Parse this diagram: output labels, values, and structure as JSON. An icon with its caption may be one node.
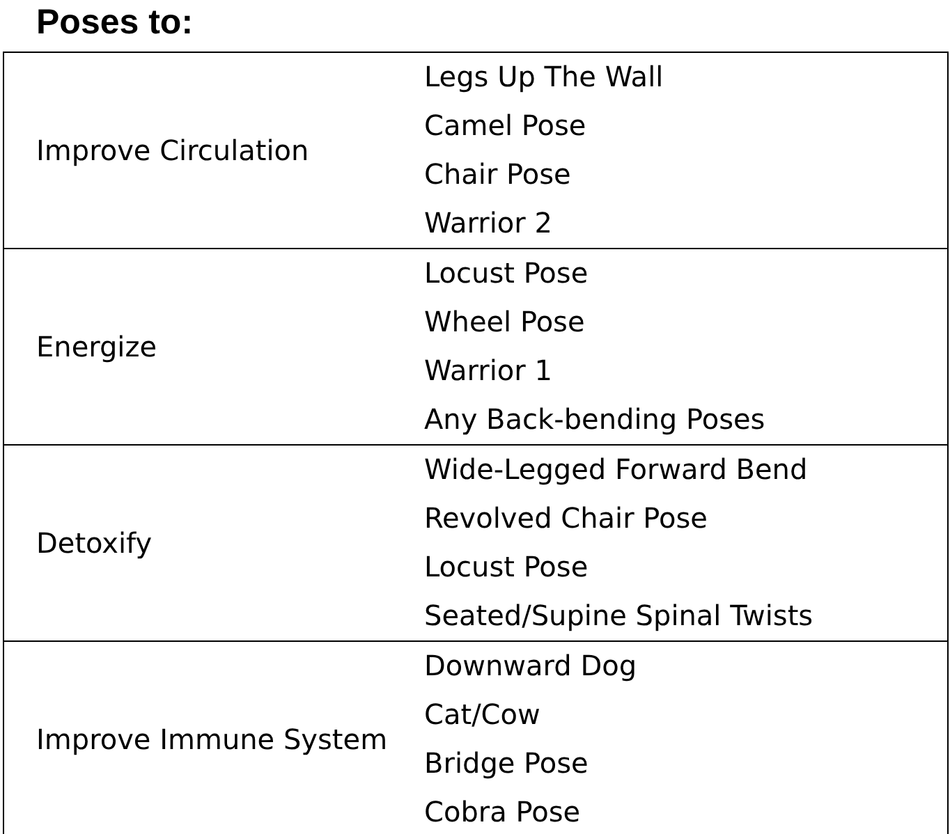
{
  "diagram": {
    "title": "Poses to:",
    "labels": [
      "Improve Circulation",
      "Legs Up The Wall",
      "Camel Pose",
      "Chair Pose",
      "Warrior 2",
      "Energize",
      "Locust Pose",
      "Wheel Pose",
      "Warrior 1",
      "Any Back-bending Poses",
      "Detoxify",
      "Wide-Legged Forward Bend",
      "Revolved Chair Pose",
      "Locust Pose",
      "Seated/Supine Spinal Twists",
      "Improve Immune System",
      "Downward Dog",
      "Cat/Cow",
      "Bridge Pose",
      "Cobra Pose"
    ]
  }
}
